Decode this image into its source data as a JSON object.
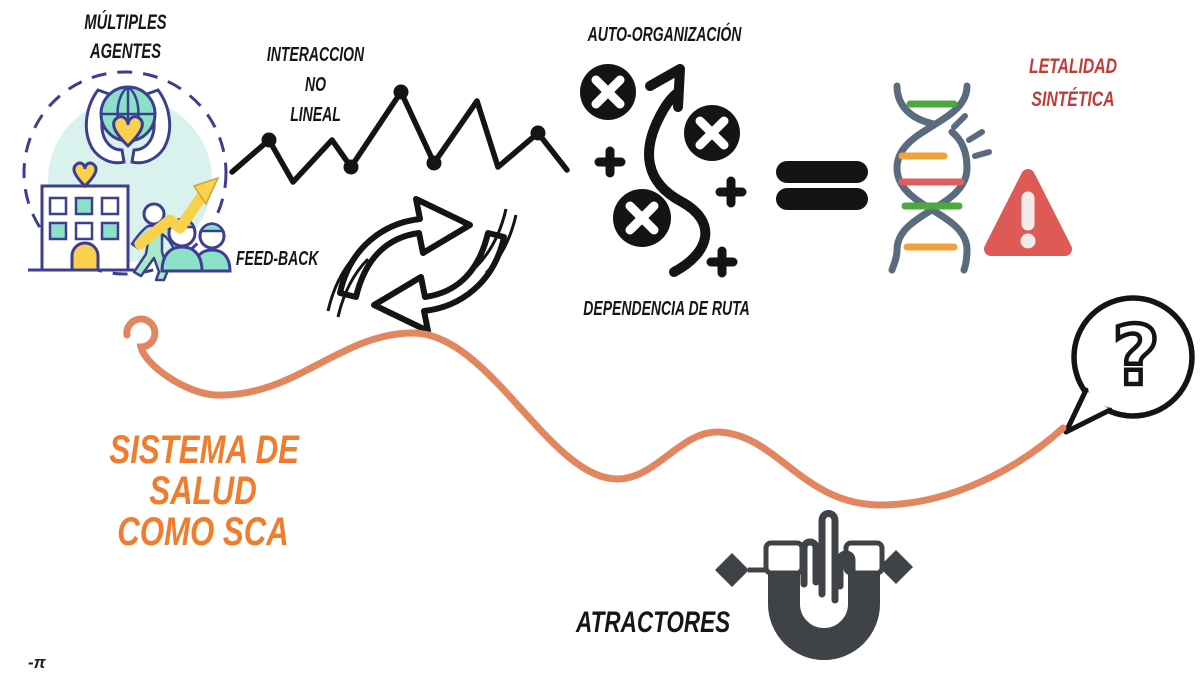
{
  "diagram": {
    "title": {
      "line1": "SISTEMA DE",
      "line2": "SALUD",
      "line3": "COMO SCA"
    },
    "labels": {
      "multiples_line1": "MÚLTIPLES",
      "multiples_line2": "AGENTES",
      "interaccion_line1": "INTERACCION",
      "interaccion_line2": "NO",
      "interaccion_line3": "LINEAL",
      "feedback": "FEED-BACK",
      "auto_organizacion": "AUTO-ORGANIZACIÓN",
      "dependencia_ruta": "DEPENDENCIA DE RUTA",
      "letalidad_line1": "LETALIDAD",
      "letalidad_line2": "SINTÉTICA",
      "atractores": "ATRACTORES",
      "question_glyph": "?",
      "signature": "-π"
    },
    "icons": {
      "agents": "multi-agent-community-illustration",
      "zigzag": "nonlinear-interaction-line-icon",
      "feedback": "feedback-cycle-arrows-icon",
      "strategy": "self-organization-path-icon",
      "equals": "equals-icon",
      "dna": "broken-dna-helix-icon",
      "warning": "warning-triangle-icon",
      "bubble": "question-speech-bubble-icon",
      "magnet": "magnet-attractor-icon",
      "squiggle": "orange-connector-line"
    },
    "colors": {
      "title_orange": "#f07d2e",
      "squiggle_orange": "#e28660",
      "letalidad_red": "#c23b34",
      "warning_red": "#dd5a56",
      "ink_black": "#161616",
      "dna_strand": "#5a6b80",
      "dna_rung_green": "#4ca93f",
      "dna_rung_orange": "#f2a23a",
      "dna_rung_red": "#e25d5d",
      "magnet_gray": "#3f4247",
      "illustration_outline": "#3d3e8f",
      "illustration_teal": "#8ce0c8",
      "illustration_teal_light": "#d9f2ee",
      "illustration_yellow": "#f9d14d"
    }
  }
}
